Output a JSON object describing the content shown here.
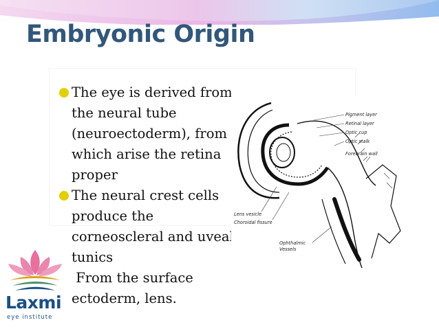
{
  "slide": {
    "title": "Embryonic Origin",
    "bullets": [
      "The eye is derived from the neural tube (neuroectoderm), from which arise the retina proper",
      "The neural crest cells produce the corneoscleral and uveal tunics",
      " From the surface ectoderm, lens."
    ]
  },
  "diagram": {
    "labels": {
      "pigment_layer": "Pigment layer",
      "retinal_layer": "Retinal layer",
      "optic_cup": "Optic cup",
      "optic_stalk": "Optic stalk",
      "forebrain_wall": "Forebrain wall",
      "lens_vesicle": "Lens vesicle",
      "choroidal_fissure": "Choroidal fissure",
      "ophthalmic_vessels_1": "Ophthalmic",
      "ophthalmic_vessels_2": "Vessels"
    }
  },
  "logo": {
    "name": "Laxmi",
    "tagline": "eye institute"
  },
  "colors": {
    "title": "#31577a",
    "bullet": "#e3cf00",
    "logo_text": "#1b4f86",
    "lotus": "#e8709e"
  }
}
